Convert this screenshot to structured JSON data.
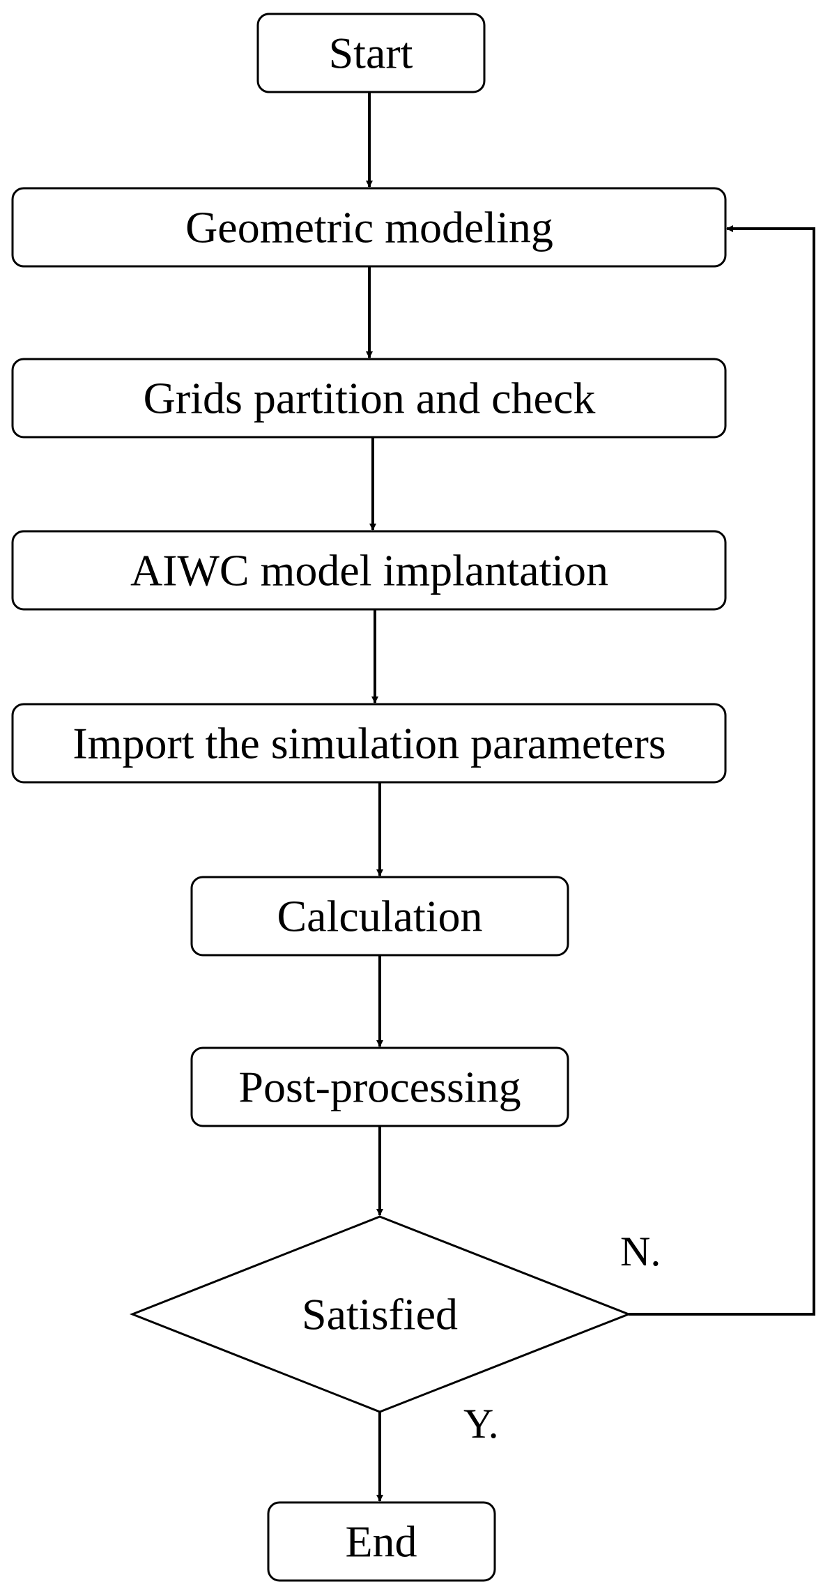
{
  "diagram": {
    "type": "flowchart",
    "colors": {
      "stroke": "#000000",
      "fill": "#ffffff",
      "text": "#000000"
    },
    "nodes": {
      "start": "Start",
      "geometric_modeling": "Geometric modeling",
      "grids_partition": "Grids partition and check",
      "aiwc_model": "AIWC model implantation",
      "import_params": "Import the simulation parameters",
      "calculation": "Calculation",
      "post_processing": "Post-processing",
      "satisfied": "Satisfied",
      "end": "End"
    },
    "branches": {
      "no": "N.",
      "yes": "Y."
    }
  }
}
